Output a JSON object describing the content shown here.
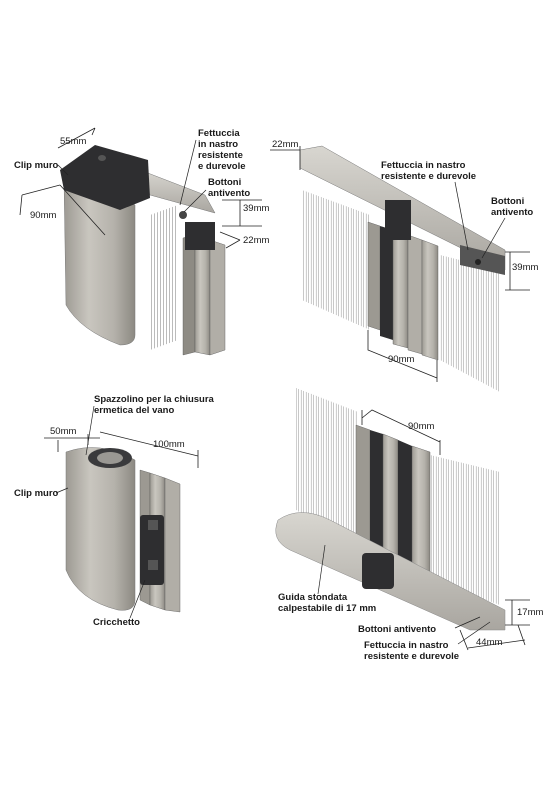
{
  "panels": {
    "top_left": {
      "dim_55": "55mm",
      "fettuccia": [
        "Fettuccia",
        "in nastro",
        "resistente",
        "e durevole"
      ],
      "clip_muro": "Clip muro",
      "bottoni": [
        "Bottoni",
        "antivento"
      ],
      "dim_90": "90mm",
      "dim_39": "39mm",
      "dim_22": "22mm"
    },
    "top_right": {
      "dim_22": "22mm",
      "fettuccia": [
        "Fettuccia in nastro",
        "resistente e durevole"
      ],
      "bottoni": [
        "Bottoni",
        "antivento"
      ],
      "dim_39": "39mm",
      "dim_90": "90mm"
    },
    "bottom_left": {
      "spazzolino": [
        "Spazzolino per la chiusura",
        "ermetica del vano"
      ],
      "dim_50": "50mm",
      "dim_100": "100mm",
      "clip_muro": "Clip muro",
      "cricchetto": "Cricchetto"
    },
    "bottom_right": {
      "dim_90": "90mm",
      "guida": [
        "Guida stondata",
        "calpestabile di 17 mm"
      ],
      "dim_17": "17mm",
      "bottoni": "Bottoni antivento",
      "fettuccia": [
        "Fettuccia in nastro",
        "resistente e durevole"
      ],
      "dim_44": "44mm"
    }
  },
  "colors": {
    "aluminium": "#b8b5ae",
    "aluminium_dark": "#8f8c85",
    "plastic_black": "#2e2e30",
    "mesh": "#8a8a8a"
  }
}
